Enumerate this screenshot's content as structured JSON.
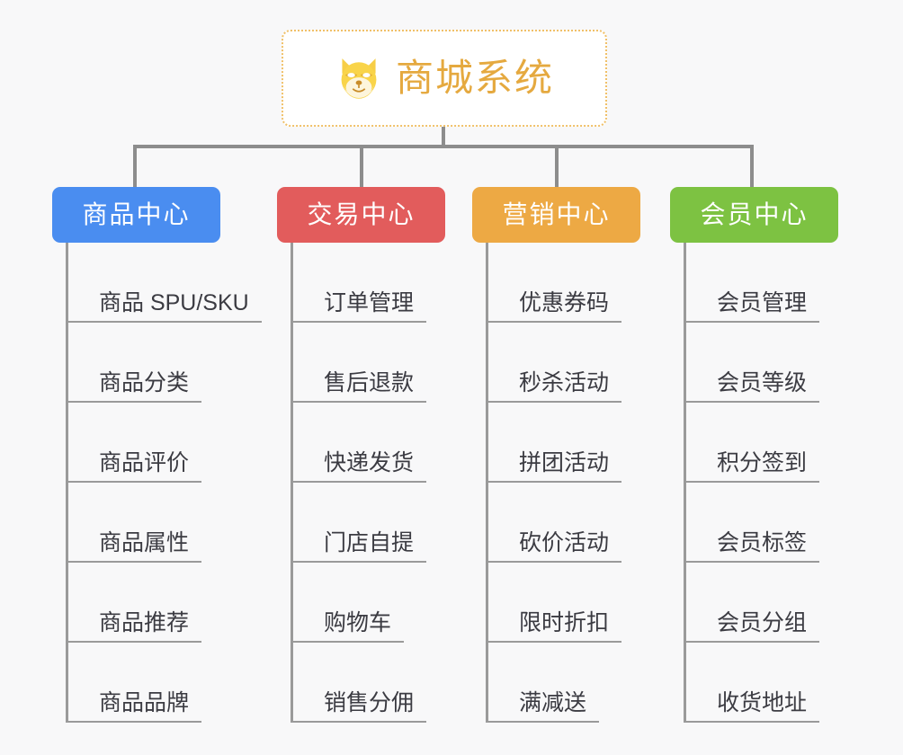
{
  "root": {
    "title": "商城系统",
    "icon": "shiba-dog-face-icon",
    "text_color": "#e5a93f",
    "border_color": "#f0c068",
    "background": "#ffffff"
  },
  "page": {
    "background": "#f8f8f9",
    "connector_color": "#8d8d8d",
    "leaf_line_color": "#9a9a9a"
  },
  "columns": [
    {
      "title": "商品中心",
      "color": "#4a8df0",
      "items": [
        "商品 SPU/SKU",
        "商品分类",
        "商品评价",
        "商品属性",
        "商品推荐",
        "商品品牌"
      ]
    },
    {
      "title": "交易中心",
      "color": "#e25c5c",
      "items": [
        "订单管理",
        "售后退款",
        "快递发货",
        "门店自提",
        "购物车",
        "销售分佣"
      ]
    },
    {
      "title": "营销中心",
      "color": "#eda944",
      "items": [
        "优惠券码",
        "秒杀活动",
        "拼团活动",
        "砍价活动",
        "限时折扣",
        "满减送"
      ]
    },
    {
      "title": "会员中心",
      "color": "#7dc242",
      "items": [
        "会员管理",
        "会员等级",
        "积分签到",
        "会员标签",
        "会员分组",
        "收货地址"
      ]
    }
  ]
}
